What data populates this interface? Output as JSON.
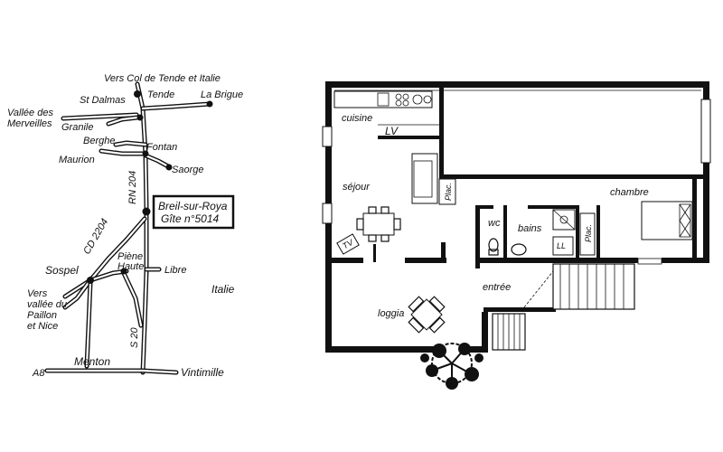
{
  "map": {
    "towns": {
      "col_de_tende": "Vers Col de Tende et Italie",
      "tende": "Tende",
      "la_brigue": "La Brigue",
      "st_dalmas": "St Dalmas",
      "vallee_merveilles_1": "Vallée des",
      "vallee_merveilles_2": "Merveilles",
      "granile": "Granile",
      "berghe": "Berghe",
      "fontan": "Fontan",
      "maurion": "Maurion",
      "saorge": "Saorge",
      "piene_1": "Piène",
      "piene_2": "Haute",
      "libre": "Libre",
      "sospel": "Sospel",
      "paillon_1": "Vers",
      "paillon_2": "vallée du",
      "paillon_3": "Paillon",
      "paillon_4": "et Nice",
      "menton": "Menton",
      "vintimille": "Vintimille"
    },
    "roads": {
      "rn204": "RN 204",
      "cd2204": "CD 2204",
      "s20": "S 20",
      "a8": "A8"
    },
    "country": "Italie",
    "gite_box": {
      "line1": "Breil-sur-Roya",
      "line2": "Gîte n°5014"
    }
  },
  "plan": {
    "rooms": {
      "cuisine": "cuisine",
      "lv": "LV",
      "sejour": "séjour",
      "plac_left": "Plac.",
      "chambre": "chambre",
      "wc": "wc",
      "bains": "bains",
      "plac_right": "Plac.",
      "entree": "entrée",
      "loggia": "loggia",
      "tv": "TV",
      "ll": "LL"
    }
  }
}
